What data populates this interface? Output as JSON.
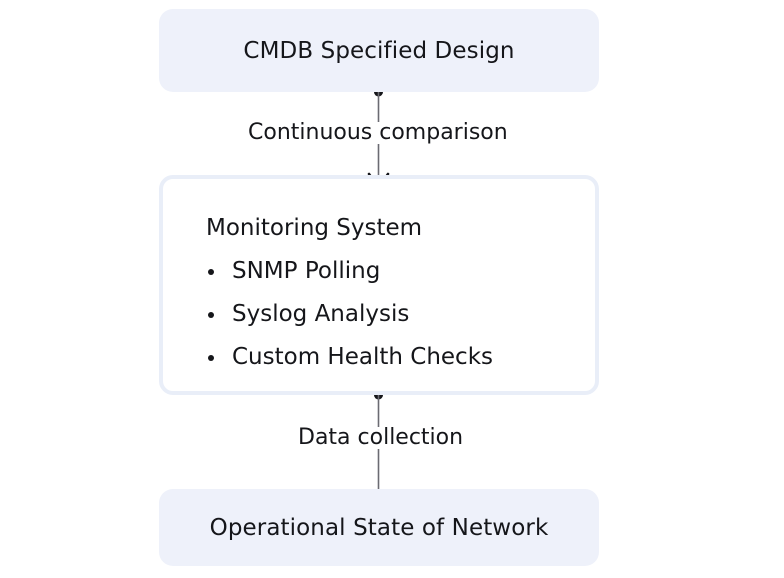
{
  "diagram": {
    "type": "flowchart",
    "orientation": "vertical",
    "background_color": "#ffffff",
    "node_fill_color": "#eef1fa",
    "node_border_color": "#e9eef8",
    "text_color": "#15161a",
    "connector_color": "#5a5a60"
  },
  "nodes": {
    "cmdb": {
      "title": "CMDB Specified Design",
      "style": "filled"
    },
    "monitoring": {
      "title": "Monitoring System",
      "style": "outlined",
      "items": [
        "SNMP Polling",
        "Syslog Analysis",
        "Custom Health Checks"
      ]
    },
    "operational": {
      "title": "Operational State of Network",
      "style": "filled"
    }
  },
  "edges": [
    {
      "from": "cmdb",
      "to": "monitoring",
      "label": "Continuous comparison"
    },
    {
      "from": "monitoring",
      "to": "operational",
      "label": "Data collection"
    }
  ]
}
